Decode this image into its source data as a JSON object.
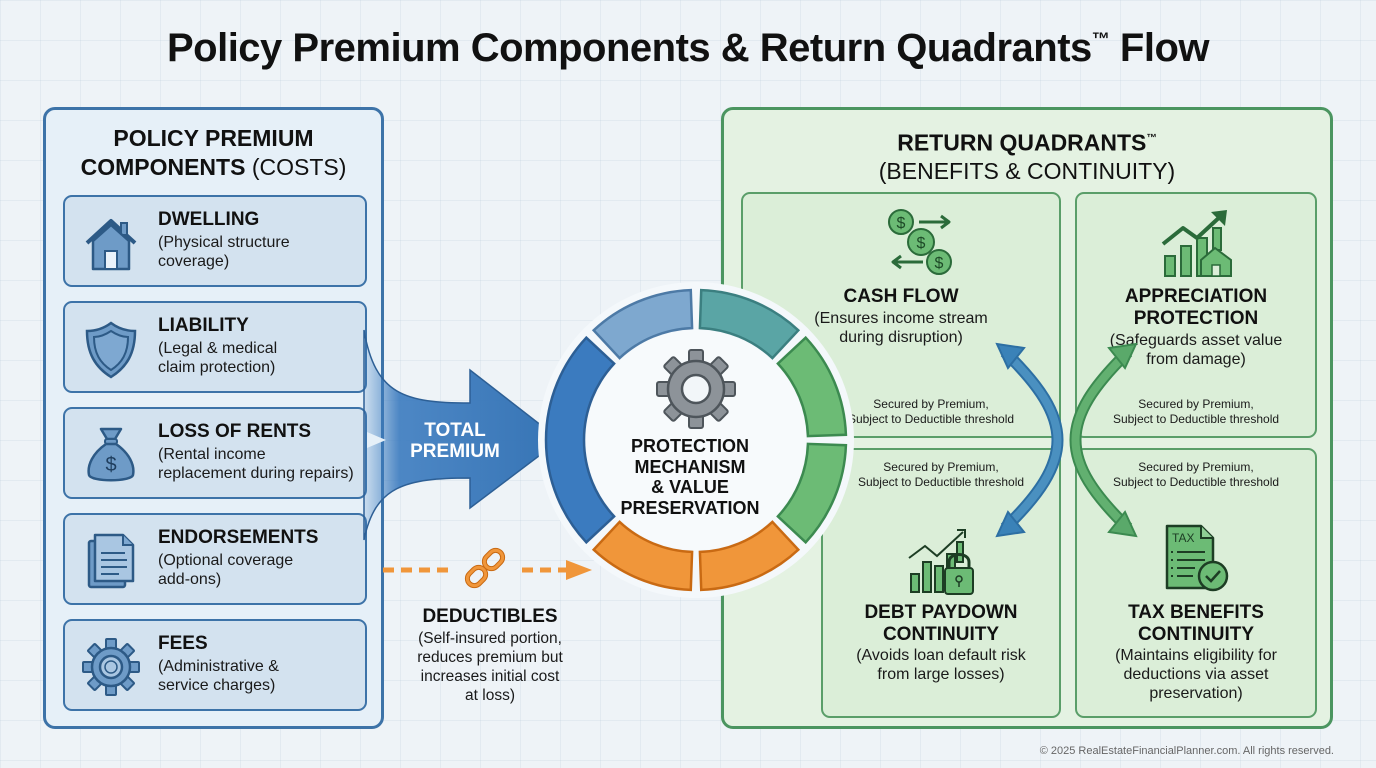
{
  "title": "Policy Premium Components & Return Quadrants",
  "title_mark": "™",
  "title_suffix": " Flow",
  "left_panel": {
    "heading_bold_line1": "POLICY PREMIUM",
    "heading_bold_line2": "COMPONENTS",
    "heading_light": " (COSTS)",
    "components": [
      {
        "title": "DWELLING",
        "desc_line1": "(Physical structure",
        "desc_line2": "coverage)",
        "icon": "house-icon"
      },
      {
        "title": "LIABILITY",
        "desc_line1": "(Legal & medical",
        "desc_line2": "claim protection)",
        "icon": "shield-icon"
      },
      {
        "title": "LOSS OF RENTS",
        "desc_line1": "(Rental income",
        "desc_line2": "replacement during repairs)",
        "icon": "money-bag-icon"
      },
      {
        "title": "ENDORSEMENTS",
        "desc_line1": "(Optional coverage",
        "desc_line2": "add-ons)",
        "icon": "document-icon"
      },
      {
        "title": "FEES",
        "desc_line1": "(Administrative &",
        "desc_line2": "service charges)",
        "icon": "gear-icon"
      }
    ]
  },
  "flow": {
    "premium_line1": "TOTAL",
    "premium_line2": "PREMIUM",
    "center_line1": "PROTECTION",
    "center_line2": "MECHANISM",
    "center_line3": "& VALUE",
    "center_line4": "PRESERVATION",
    "deductibles_title": "DEDUCTIBLES",
    "deductibles_line1": "(Self-insured portion,",
    "deductibles_line2": "reduces premium but",
    "deductibles_line3": "increases initial cost",
    "deductibles_line4": "at loss)"
  },
  "right_panel": {
    "heading_bold": "RETURN QUADRANTS",
    "heading_mark": "™",
    "heading_sub": "(BENEFITS & CONTINUITY)",
    "quadrants": [
      {
        "title_line1": "CASH FLOW",
        "title_line2": "",
        "desc_line1": "(Ensures income stream",
        "desc_line2": "during disruption)",
        "desc_line3": "",
        "note_line1": "Secured by Premium,",
        "note_line2": "Subject to Deductible threshold",
        "icon": "cash-flow-icon"
      },
      {
        "title_line1": "APPRECIATION",
        "title_line2": "PROTECTION",
        "desc_line1": "(Safeguards asset value",
        "desc_line2": "from damage)",
        "desc_line3": "",
        "note_line1": "Secured by Premium,",
        "note_line2": "Subject to Deductible threshold",
        "icon": "appreciation-chart-icon"
      },
      {
        "title_line1": "DEBT PAYDOWN",
        "title_line2": "CONTINUITY",
        "desc_line1": "(Avoids loan default risk",
        "desc_line2": "from large losses)",
        "desc_line3": "",
        "note_line1": "Secured by Premium,",
        "note_line2": "Subject to Deductible threshold",
        "icon": "debt-lock-chart-icon"
      },
      {
        "title_line1": "TAX BENEFITS",
        "title_line2": "CONTINUITY",
        "desc_line1": "(Maintains eligibility for",
        "desc_line2": "deductions via asset",
        "desc_line3": "preservation)",
        "note_line1": "Secured by Premium,",
        "note_line2": "Subject to Deductible threshold",
        "icon": "tax-document-icon"
      }
    ]
  },
  "tax_icon_label": "TAX",
  "footer": "© 2025 RealEstateFinancialPlanner.com. All rights reserved.",
  "colors": {
    "blue": "#3d73a8",
    "blue_fill": "#3b7bbf",
    "green": "#4b9560",
    "green_fill": "#6cbb75",
    "teal": "#5aa5a5",
    "orange": "#f0963a"
  }
}
